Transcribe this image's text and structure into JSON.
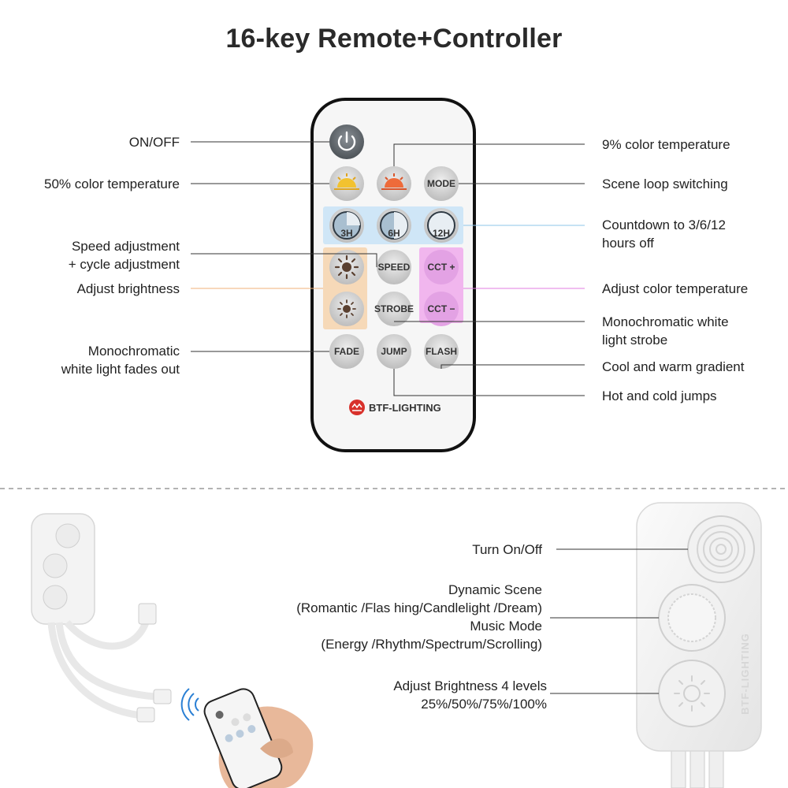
{
  "title": "16-key Remote+Controller",
  "remote": {
    "brand": "BTF-LIGHTING",
    "buttons": {
      "mode": "MODE",
      "timer_3h": "3H",
      "timer_6h": "6H",
      "timer_12h": "12H",
      "speed": "SPEED",
      "strobe": "STROBE",
      "cct_plus": "CCT +",
      "cct_minus": "CCT −",
      "fade": "FADE",
      "jump": "JUMP",
      "flash": "FLASH"
    }
  },
  "left_labels": {
    "on_off": "ON/OFF",
    "color_temp_50": "50% color temperature",
    "speed_adjust_1": "Speed adjustment",
    "speed_adjust_2": "+ cycle adjustment",
    "brightness": "Adjust brightness",
    "fade_1": "Monochromatic",
    "fade_2": "white light fades out"
  },
  "right_labels": {
    "color_temp_9": "9% color temperature",
    "scene_loop": "Scene loop switching",
    "countdown_1": "Countdown to 3/6/12",
    "countdown_2": "hours off",
    "adjust_cct": "Adjust color temperature",
    "strobe_1": "Monochromatic white",
    "strobe_2": "light strobe",
    "gradient": "Cool and warm gradient",
    "jumps": "Hot and cold jumps"
  },
  "controller": {
    "brand": "BTF-LIGHTING",
    "turn_on_off": "Turn On/Off",
    "dynamic_scene": "Dynamic Scene",
    "scenes": "(Romantic /Flas hing/Candlelight /Dream)",
    "music_mode": "Music Mode",
    "music_modes": "(Energy /Rhythm/Spectrum/Scrolling)",
    "brightness_1": "Adjust Brightness 4 levels",
    "brightness_2": "25%/50%/75%/100%"
  },
  "colors": {
    "timer_highlight": "#cfe6f7",
    "brightness_highlight": "#f6d9b8",
    "cct_highlight": "#f1b6ee",
    "button_gray": "#cfcfcf",
    "power_button": "#6d7378"
  }
}
